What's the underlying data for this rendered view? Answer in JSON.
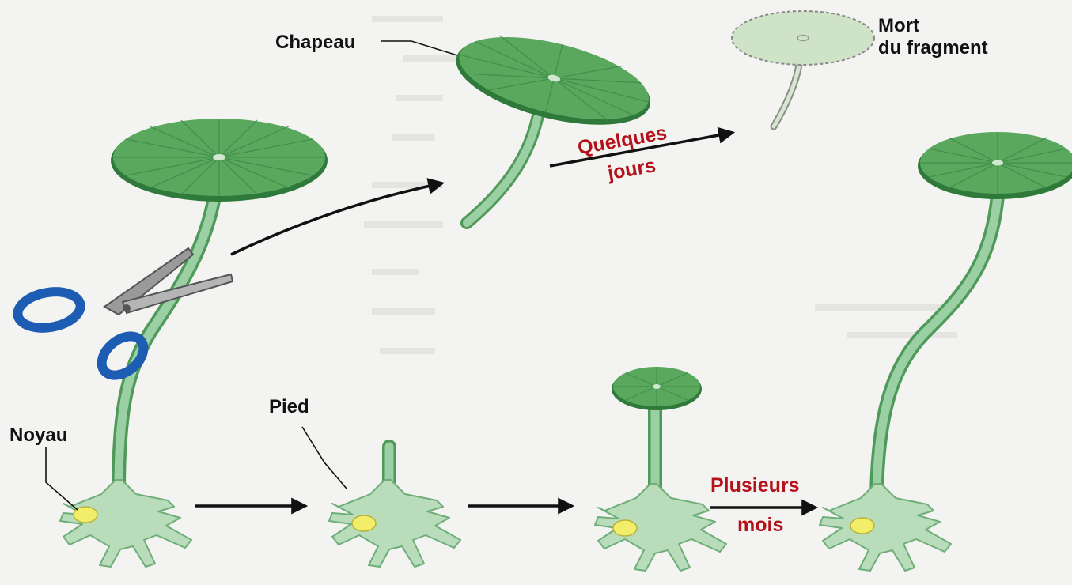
{
  "labels": {
    "chapeau": "Chapeau",
    "mort_line1": "Mort",
    "mort_line2": "du fragment",
    "noyau": "Noyau",
    "pied": "Pied"
  },
  "arrows": {
    "quelques_line1": "Quelques",
    "quelques_line2": "jours",
    "plusieurs_line1": "Plusieurs",
    "plusieurs_line2": "mois"
  },
  "colors": {
    "cap_fill": "#5aa85e",
    "cap_edge": "#2f7a3a",
    "stalk_fill": "#8fc79a",
    "rhizoid_fill": "#b9dcbb",
    "nucleus_fill": "#f2ee6a",
    "dead_fill": "#cfe3c7",
    "label_red": "#b3121b",
    "scissors_blue": "#1d5cb3"
  }
}
